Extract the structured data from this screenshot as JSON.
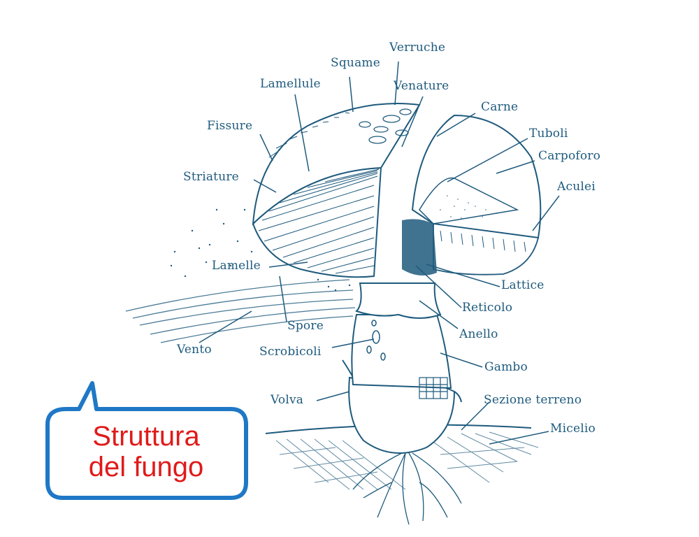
{
  "title": {
    "line1": "Struttura",
    "line2": "del fungo"
  },
  "labels": {
    "verruche": "Verruche",
    "squame": "Squame",
    "venature": "Venature",
    "lamellule": "Lamellule",
    "carne": "Carne",
    "fissure": "Fissure",
    "tuboli": "Tuboli",
    "carpoforo": "Carpoforo",
    "striature": "Striature",
    "aculei": "Aculei",
    "lamelle": "Lamelle",
    "lattice": "Lattice",
    "reticolo": "Reticolo",
    "spore": "Spore",
    "anello": "Anello",
    "vento": "Vento",
    "scrobicoli": "Scrobicoli",
    "gambo": "Gambo",
    "volva": "Volva",
    "sezione_terreno": "Sezione terreno",
    "micelio": "Micelio"
  },
  "colors": {
    "ink": "#1e5a7d",
    "title": "#e01a1a",
    "bubble_border": "#1f78c6"
  }
}
